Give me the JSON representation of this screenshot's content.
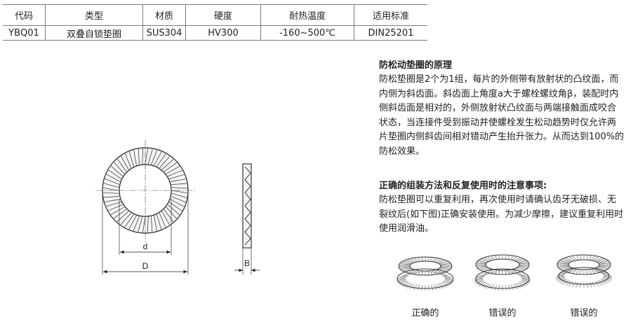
{
  "table": {
    "headers": [
      "代码",
      "类型",
      "材质",
      "硬度",
      "耐热温度",
      "适用标准"
    ],
    "row": [
      "YBQ01",
      "双叠自锁垫圈",
      "SUS304",
      "HV300",
      "-160~500℃",
      "DIN25201"
    ]
  },
  "drawing": {
    "inner_label": "d",
    "outer_label": "D",
    "thickness_label": "B"
  },
  "principle": {
    "title": "防松动垫圈的原理",
    "body": "防松垫圈是2个为1组，每片的外侧带有放射状的凸纹面，而内侧为斜齿面。斜齿面上角度a大于螺栓螺纹角β，装配时内侧斜齿面是相对的，外侧放射状凸纹面与两端接触面成咬合状态，当连接件受到振动并使螺栓发生松动趋势时仅允许两片垫圈内侧斜齿间相对错动产生抬升张力。从而达到100%的防松效果。"
  },
  "notes": {
    "title": "正确的组装方法和反复使用时的注意事项:",
    "body": "防松垫圈可以重复利用，再次使用时请确认齿牙无破损、无裂纹后(如下图)正确安装使用。为减少摩擦，建议重复利用时使用润滑油。"
  },
  "figures": [
    {
      "caption": "正确的"
    },
    {
      "caption": "错误的"
    },
    {
      "caption": "错误的"
    }
  ]
}
